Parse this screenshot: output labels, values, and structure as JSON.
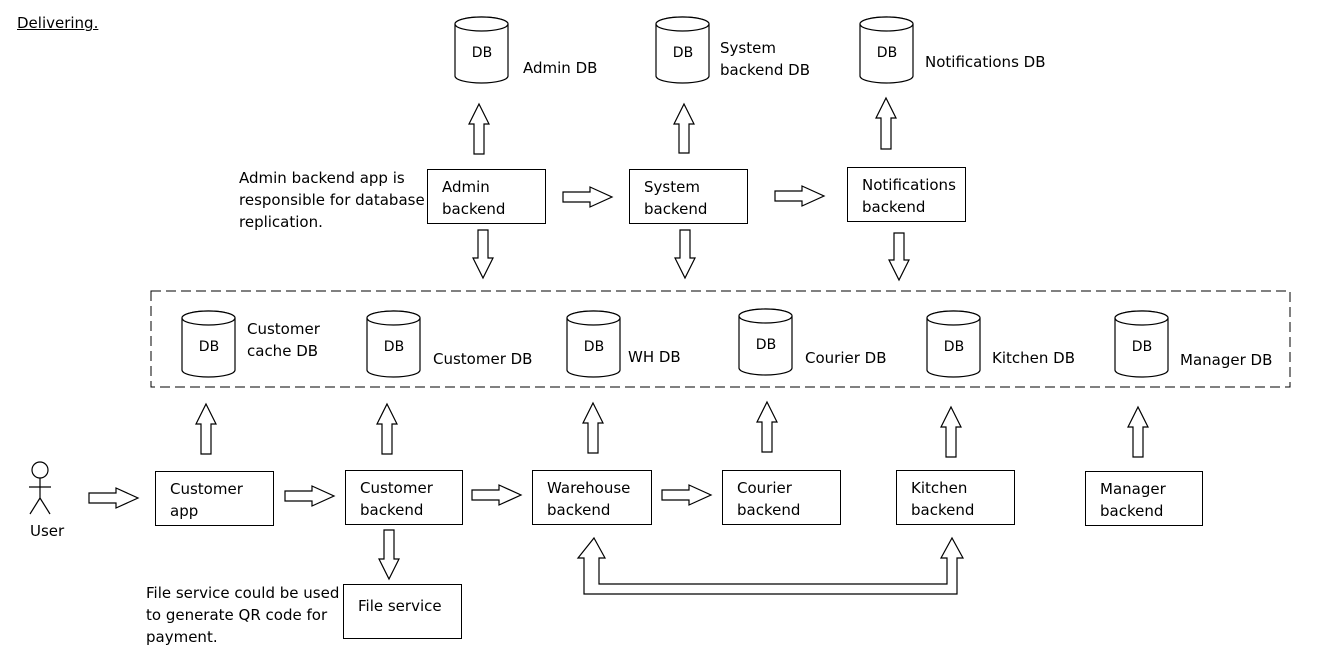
{
  "title": "Delivering.",
  "notes": {
    "admin": "Admin backend app is\nresponsible for database\nreplication.",
    "file": "File service could be used\nto generate QR code for\npayment."
  },
  "user": {
    "label": "User"
  },
  "db_glyph": "DB",
  "top_dbs": [
    {
      "label": "Admin DB"
    },
    {
      "label": "System\nbackend DB"
    },
    {
      "label": "Notifications DB"
    }
  ],
  "top_boxes": [
    {
      "label": "Admin\nbackend"
    },
    {
      "label": "System\nbackend"
    },
    {
      "label": "Notifications\nbackend"
    }
  ],
  "row_dbs": [
    {
      "label": "Customer\ncache DB"
    },
    {
      "label": "Customer DB"
    },
    {
      "label": "WH DB"
    },
    {
      "label": "Courier DB"
    },
    {
      "label": "Kitchen DB"
    },
    {
      "label": "Manager DB"
    }
  ],
  "bottom_boxes": [
    {
      "label": "Customer\napp"
    },
    {
      "label": "Customer\nbackend"
    },
    {
      "label": "Warehouse\nbackend"
    },
    {
      "label": "Courier\nbackend"
    },
    {
      "label": "Kitchen\nbackend"
    },
    {
      "label": "Manager\nbackend"
    }
  ],
  "file_service": {
    "label": "File service"
  }
}
